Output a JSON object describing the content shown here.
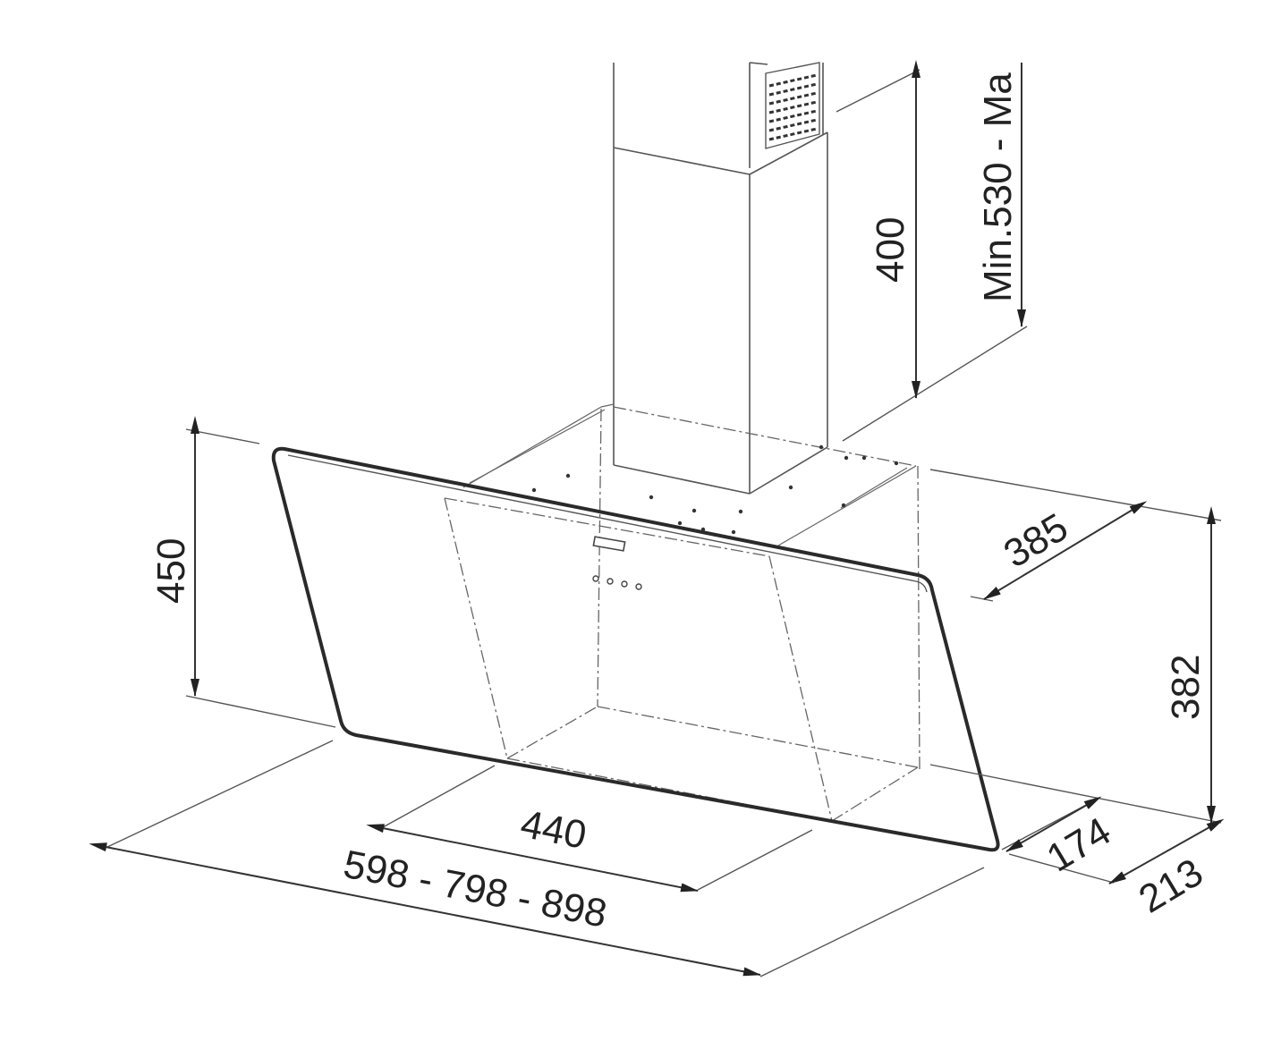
{
  "drawing": {
    "dimensions": {
      "chimney_height_label": "400",
      "total_height_label": "Min.530 - Ma",
      "hood_height_label": "450",
      "depth_top_label": "385",
      "depth_side_label": "382",
      "inner_width_label": "440",
      "total_width_label": "598 - 798 - 898",
      "depth_front_label": "174",
      "depth_bottom_label": "213"
    },
    "colors": {
      "line": "#555555",
      "glass_edge": "#2a2a2a",
      "text": "#222222",
      "background": "#ffffff"
    }
  }
}
